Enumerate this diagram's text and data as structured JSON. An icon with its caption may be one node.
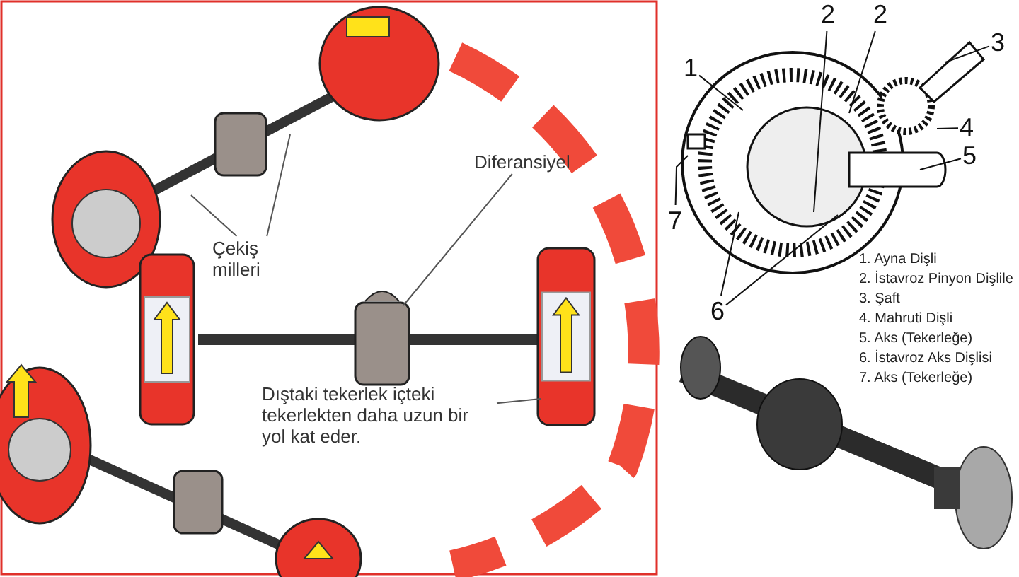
{
  "diagram": {
    "nodes": [
      {
        "text": [
          "Çekiş milleri"
        ]
      },
      {
        "text": [
          "Diferansiyel"
        ]
      },
      {
        "text": [
          "Dıştaki tekerlek içteki tekerlekten daha uzun bir yol kat eder."
        ]
      },
      {
        "text": [
          "1"
        ]
      },
      {
        "text": [
          "2"
        ]
      },
      {
        "text": [
          "2"
        ]
      },
      {
        "text": [
          "3"
        ]
      },
      {
        "text": [
          "4"
        ]
      },
      {
        "text": [
          "5"
        ]
      },
      {
        "text": [
          "6"
        ]
      },
      {
        "text": [
          "7"
        ]
      }
    ],
    "edges": [
      {
        "from": 0,
        "to": null,
        "arrow": "none"
      },
      {
        "from": 0,
        "to": null,
        "arrow": "none"
      },
      {
        "from": 1,
        "to": null,
        "arrow": "none"
      },
      {
        "from": 2,
        "to": null,
        "arrow": "none"
      },
      {
        "from": 3,
        "to": null,
        "arrow": "none"
      },
      {
        "from": 4,
        "to": null,
        "arrow": "none"
      },
      {
        "from": 5,
        "to": null,
        "arrow": "none"
      },
      {
        "from": 6,
        "to": null,
        "arrow": "none"
      },
      {
        "from": 7,
        "to": null,
        "arrow": "none"
      },
      {
        "from": 8,
        "to": null,
        "arrow": "none"
      },
      {
        "from": 9,
        "to": null,
        "arrow": "none"
      },
      {
        "from": 9,
        "to": null,
        "arrow": "none"
      },
      {
        "from": 10,
        "to": null,
        "arrow": "none"
      }
    ],
    "labels": [
      "1. Ayna Dişli",
      "2. İstavroz Pinyon Dişlile",
      "3. Şaft",
      "4. Mahruti Dişli",
      "5. Aks (Tekerleğe)",
      "6. İstavroz Aks Dişlisi",
      "7. Aks (Tekerleğe)"
    ]
  }
}
